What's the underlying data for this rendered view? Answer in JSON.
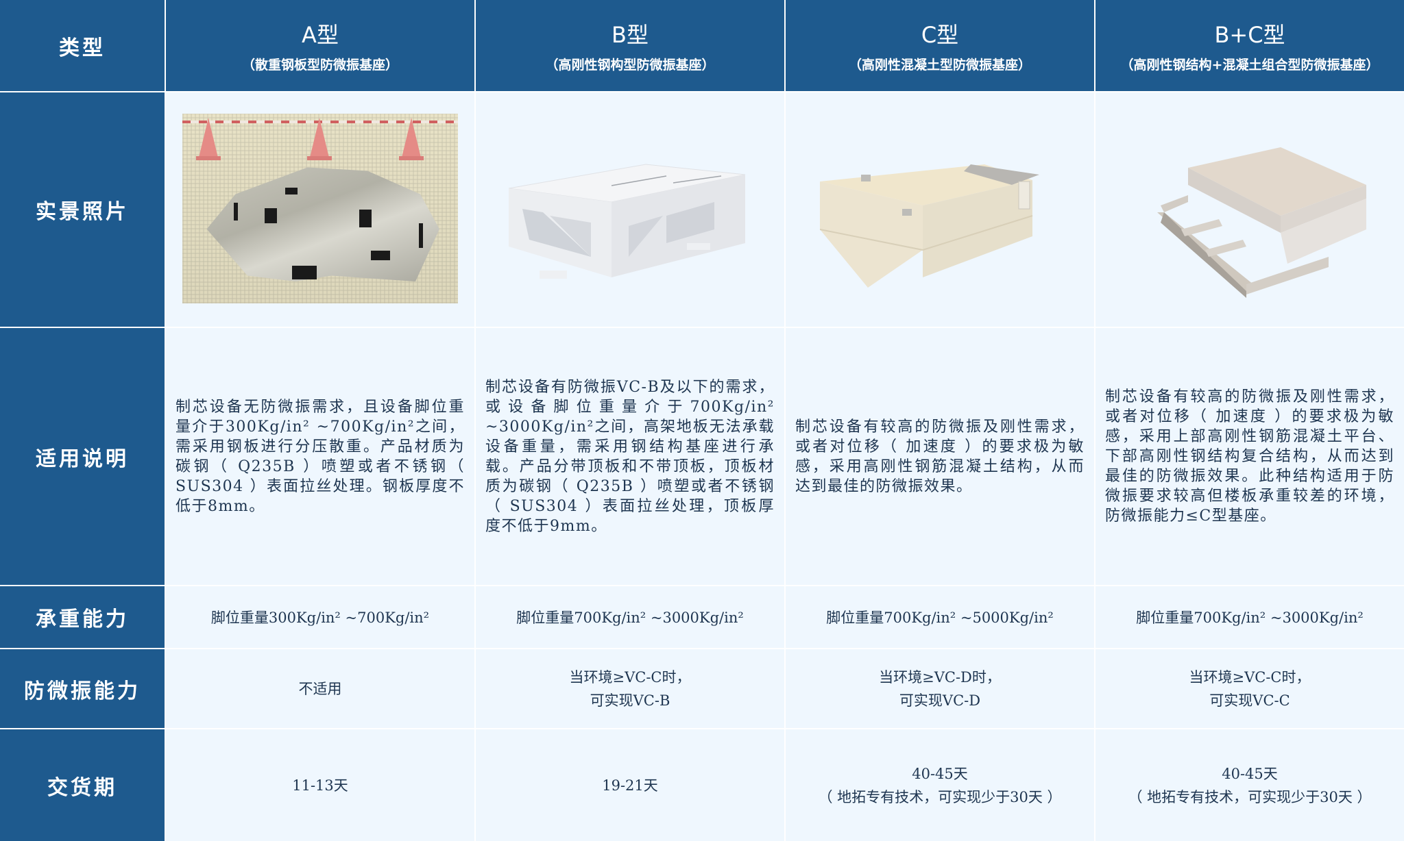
{
  "header": {
    "corner_label": "类型",
    "columns": [
      {
        "title": "A型",
        "subtitle": "（散重钢板型防微振基座）"
      },
      {
        "title": "B型",
        "subtitle": "（高刚性钢构型防微振基座）"
      },
      {
        "title": "C型",
        "subtitle": "（高刚性混凝土型防微振基座）"
      },
      {
        "title": "B+C型",
        "subtitle": "（高刚性钢结构+混凝土组合型防微振基座）"
      }
    ]
  },
  "rows": {
    "photo": {
      "label": "实景照片",
      "images": [
        {
          "icon": "steel-plate-base-photo",
          "alt": "A型散重钢板基座实景"
        },
        {
          "icon": "steel-frame-base-photo",
          "alt": "B型钢构基座实景"
        },
        {
          "icon": "concrete-base-photo",
          "alt": "C型混凝土基座实景"
        },
        {
          "icon": "composite-base-photo",
          "alt": "B+C型组合基座实景"
        }
      ]
    },
    "description": {
      "label": "适用说明",
      "cells": [
        "制芯设备无防微振需求，且设备脚位重量介于300Kg/in² ~700Kg/in²之间，需采用钢板进行分压散重。产品材质为碳钢（ Q235B ）喷塑或者不锈钢（ SUS304 ）表面拉丝处理。钢板厚度不低于8mm。",
        "制芯设备有防微振VC-B及以下的需求，或设备脚位重量介于700Kg/in² ~3000Kg/in²之间，高架地板无法承载设备重量，需采用钢结构基座进行承载。产品分带顶板和不带顶板，顶板材质为碳钢（ Q235B ）喷塑或者不锈钢（ SUS304 ）表面拉丝处理，顶板厚度不低于9mm。",
        "制芯设备有较高的防微振及刚性需求，或者对位移（ 加速度 ）的要求极为敏感，采用高刚性钢筋混凝土结构，从而达到最佳的防微振效果。",
        "制芯设备有较高的防微振及刚性需求，或者对位移（ 加速度 ）的要求极为敏感，采用上部高刚性钢筋混凝土平台、下部高刚性钢结构复合结构，从而达到最佳的防微振效果。此种结构适用于防微振要求较高但楼板承重较差的环境，防微振能力≤C型基座。"
      ]
    },
    "capacity": {
      "label": "承重能力",
      "cells": [
        "脚位重量300Kg/in² ~700Kg/in²",
        "脚位重量700Kg/in² ~3000Kg/in²",
        "脚位重量700Kg/in² ~5000Kg/in²",
        "脚位重量700Kg/in² ~3000Kg/in²"
      ]
    },
    "vibration": {
      "label": "防微振能力",
      "cells": [
        {
          "line1": "不适用",
          "line2": ""
        },
        {
          "line1": "当环境≥VC-C时，",
          "line2": "可实现VC-B"
        },
        {
          "line1": "当环境≥VC-D时，",
          "line2": "可实现VC-D"
        },
        {
          "line1": "当环境≥VC-C时，",
          "line2": "可实现VC-C"
        }
      ]
    },
    "delivery": {
      "label": "交货期",
      "cells": [
        {
          "line1": "11-13天",
          "line2": ""
        },
        {
          "line1": "19-21天",
          "line2": ""
        },
        {
          "line1": "40-45天",
          "line2": "（ 地拓专有技术，可实现少于30天 ）"
        },
        {
          "line1": "40-45天",
          "line2": "（ 地拓专有技术，可实现少于30天 ）"
        }
      ]
    }
  },
  "colors": {
    "header_bg": "#1e5a8e",
    "cell_bg": "#eff7fe",
    "body_text": "#1e3550",
    "grid_line": "#ffffff"
  }
}
